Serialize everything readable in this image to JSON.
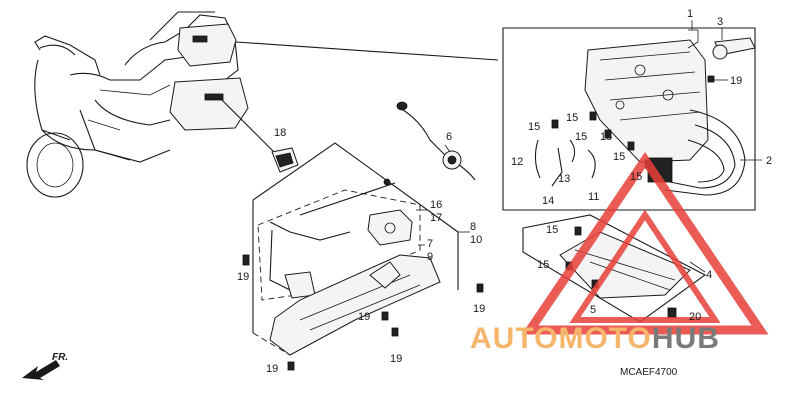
{
  "diagram_code": "MCAEF4700",
  "direction_label": "FR.",
  "watermark": {
    "text_part1": "AUTOMOTO",
    "text_part2": "HUB",
    "color_part1": "#f5b66b",
    "color_part2": "#7a7a7a",
    "logo_color": "#e8403a"
  },
  "callouts": {
    "c1": "1",
    "c2": "2",
    "c3": "3",
    "c4": "4",
    "c5": "5",
    "c6": "6",
    "c7": "7",
    "c8": "8",
    "c9": "9",
    "c10": "10",
    "c11": "11",
    "c12": "12",
    "c13": "13",
    "c14": "14",
    "c15a": "15",
    "c15b": "15",
    "c15c": "15",
    "c15d": "15",
    "c15e": "15",
    "c15f": "15",
    "c15g": "15",
    "c16": "16",
    "c17": "17",
    "c18": "18",
    "c19a": "19",
    "c19b": "19",
    "c19c": "19",
    "c19d": "19",
    "c19e": "19",
    "c19f": "19",
    "c20": "20"
  }
}
